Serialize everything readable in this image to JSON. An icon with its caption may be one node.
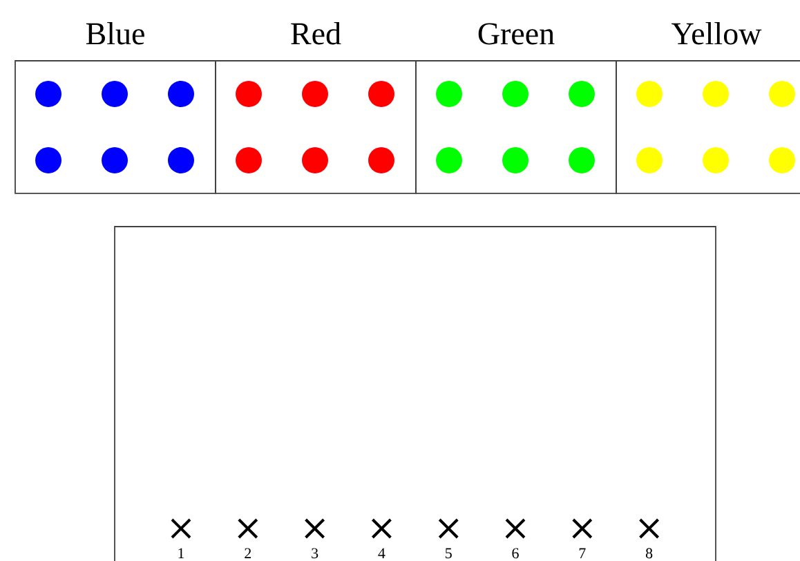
{
  "diagram": {
    "nodes": [
      {
        "text": [
          "Blue"
        ]
      },
      {
        "text": [
          "Red"
        ]
      },
      {
        "text": [
          "Green"
        ]
      },
      {
        "text": [
          "Yellow"
        ]
      },
      {
        "text": [],
        "shape": "box"
      }
    ],
    "labels": [
      "1",
      "2",
      "3",
      "4",
      "5",
      "6",
      "7",
      "8"
    ]
  }
}
